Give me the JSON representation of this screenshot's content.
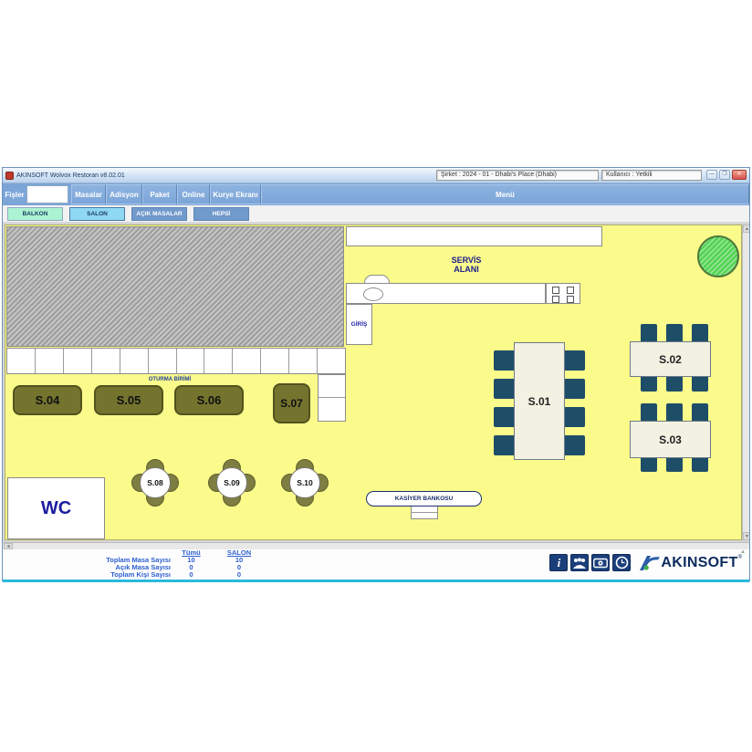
{
  "window": {
    "title": "AKINSOFT Wolvox Restoran v8.02.01",
    "company": "Şirket : 2024 - 01 - Dhabi's Place (Dhabi)",
    "user": "Kullanıcı : Yetkili",
    "minimize": "—",
    "maximize": "❐",
    "close": "✕"
  },
  "menubar": {
    "fisler_label": "Fişler",
    "fisler_value": "",
    "buttons": [
      "Masalar",
      "Adisyon",
      "Paket",
      "Online",
      "Kurye Ekranı"
    ],
    "menu_button": "Menü"
  },
  "tabs": {
    "balkon": "BALKON",
    "salon": "SALON",
    "acik_masalar": "AÇIK MASALAR",
    "hepsi": "HEPSİ"
  },
  "floor": {
    "servis_line1": "SERVİS",
    "servis_line2": "ALANI",
    "giris": "GİRİŞ",
    "oturma_birimi": "OTURMA BİRİMİ",
    "wc": "WC",
    "kasiyer": "KASİYER BANKOSU",
    "tables": {
      "s01": "S.01",
      "s02": "S.02",
      "s03": "S.03",
      "s04": "S.04",
      "s05": "S.05",
      "s06": "S.06",
      "s07": "S.07",
      "s08": "S.08",
      "s09": "S.09",
      "s10": "S.10"
    }
  },
  "status": {
    "col_tumu": "Tümü",
    "col_salon": "SALON",
    "rows": [
      {
        "label": "Toplam Masa Sayısı",
        "tumu": "10",
        "salon": "10"
      },
      {
        "label": "Açık Masa Sayısı",
        "tumu": "0",
        "salon": "0"
      },
      {
        "label": "Toplam Kişi Sayısı",
        "tumu": "0",
        "salon": "0"
      }
    ]
  },
  "footer": {
    "icons": [
      "info-icon",
      "people-icon",
      "money-icon",
      "clock-icon"
    ],
    "brand": "AKINSOFT",
    "brand_reg": "®"
  },
  "colors": {
    "floor_yellow": "#FBFB8B",
    "table_olive": "#74742F",
    "chair_navy": "#1E4D68",
    "tab_balkon": "#ABF3D2",
    "tab_salon": "#8FD8F2",
    "tab_blue": "#7099CC",
    "status_blue": "#2D5FD0",
    "brand_navy": "#0C2B5E",
    "accent_teal": "#2AB9DC",
    "circle_green": "#4ED24E"
  }
}
